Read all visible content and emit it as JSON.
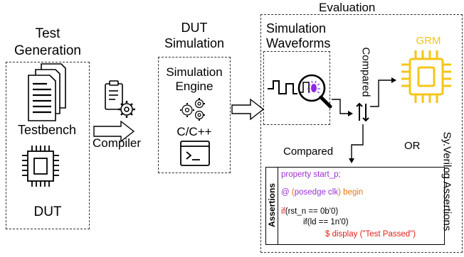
{
  "evaluation": {
    "title": "Evaluation"
  },
  "test_generation": {
    "title_line1": "Test",
    "title_line2": "Generation",
    "testbench_label": "Testbench",
    "dut_label": "DUT"
  },
  "compiler": {
    "label": "Compiler"
  },
  "dut_simulation": {
    "title_line1": "DUT",
    "title_line2": "Simulation",
    "engine_line1": "Simulation",
    "engine_line2": "Engine",
    "lang_label": "C/C++"
  },
  "simulation_waveforms": {
    "title_line1": "Simulation",
    "title_line2": "Waveforms"
  },
  "compared_vertical": "Compared",
  "compared_horizontal": "Compared",
  "grm_label": "GRM",
  "or_label": "OR",
  "sv_assertions_label": "Sy.Verilog Assertions",
  "assertions": {
    "tab_label": "Assertions",
    "line1": "property start_p;",
    "line2_at": "@",
    "line2_open": "(",
    "line2_posedge": "posedge clk",
    "line2_close": ")",
    "line2_begin": "begin",
    "line3_if": "if",
    "line3_rest": "(rst_n == 0b'0)",
    "line4_if": "if",
    "line4_rest": "(ld == 1n'0)",
    "line5_display": "$ display",
    "line5_rest": "(\"Test Passed\")"
  },
  "colors": {
    "grm": "#f5c518",
    "keyword_purple": "#9b30d0",
    "keyword_orange": "#e8730c",
    "keyword_red": "#e0201a",
    "bug_purple": "#8a2be2"
  }
}
